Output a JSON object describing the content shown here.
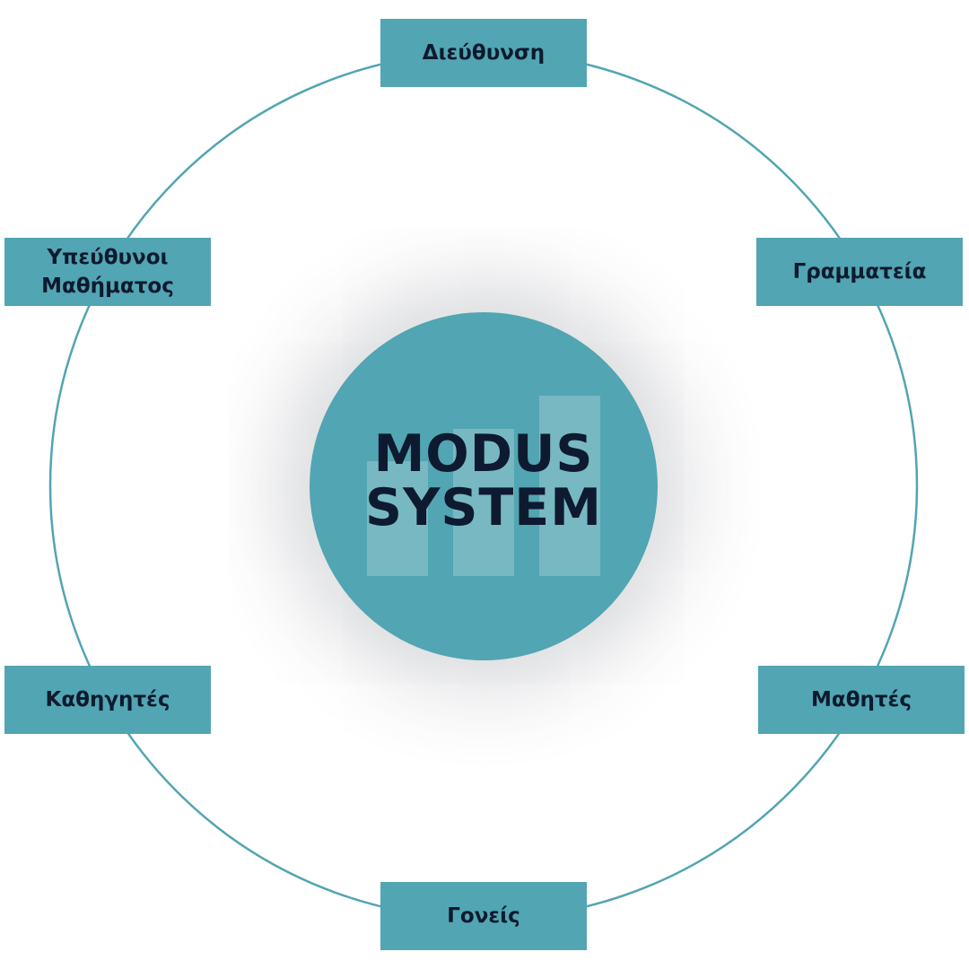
{
  "colors": {
    "accent": "#52a5b2",
    "text": "#0e1a2f",
    "bar": "#ffffff",
    "ring": "#52a5b2",
    "background": "#ffffff"
  },
  "hub": {
    "line1": "MODUS",
    "line2": "SYSTEM"
  },
  "nodes": {
    "top": "Διεύθυνση",
    "right_upper": "Γραμματεία",
    "right_lower": "Μαθητές",
    "bottom": "Γονείς",
    "left_lower": "Καθηγητές",
    "left_upper_line1": "Υπεύθυνοι",
    "left_upper_line2": "Μαθήματος"
  }
}
